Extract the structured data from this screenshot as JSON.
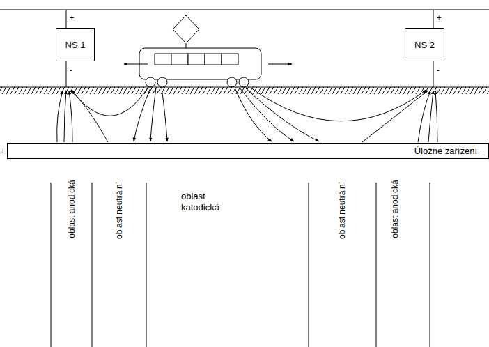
{
  "diagram": {
    "nodes": [
      {
        "text": [
          "NS 1"
        ]
      },
      {
        "text": [
          "NS 2"
        ]
      },
      {
        "text": [
          "Úložné zařízení"
        ]
      }
    ],
    "labels": [
      "+",
      "-",
      "+",
      "-",
      "+",
      "-",
      "oblast anodická",
      "oblast neutrální",
      "oblast katodická",
      "oblast neutrální",
      "oblast anodická"
    ]
  }
}
